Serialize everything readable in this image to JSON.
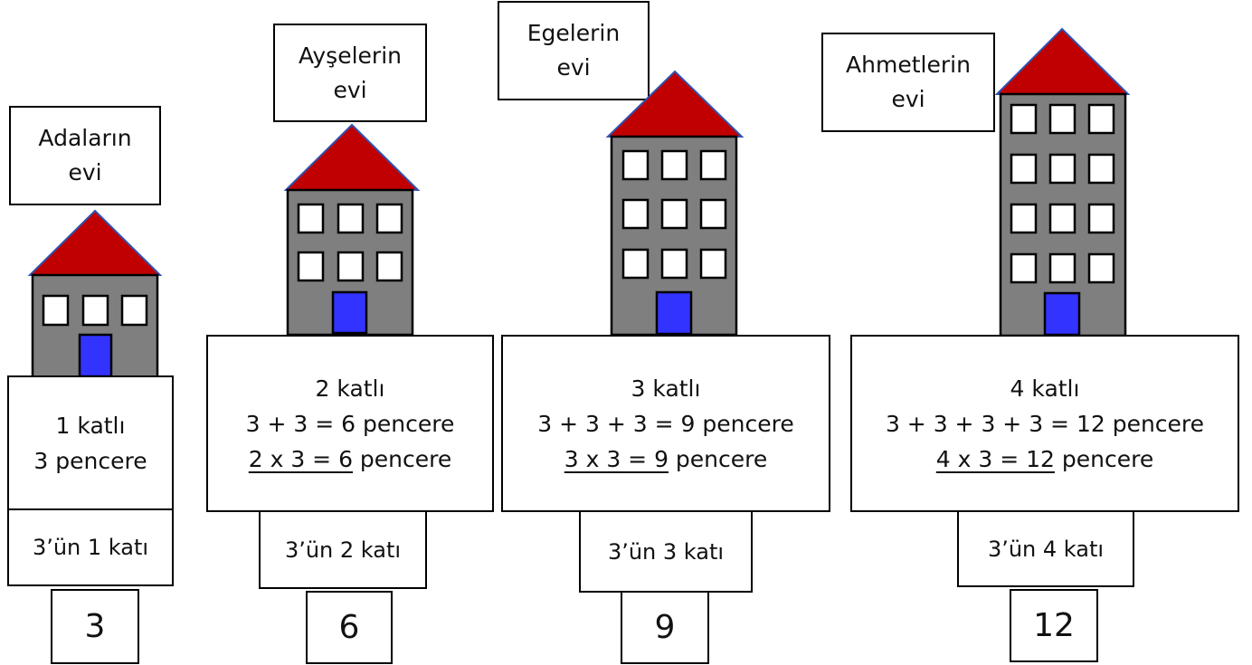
{
  "colors": {
    "roof": "#c00000",
    "wall": "#7f7f7f",
    "window": "#ffffff",
    "door": "#3333ff",
    "roof_edge": "#2f52b0"
  },
  "houses": [
    {
      "name_line1": "Adaların",
      "name_line2": "evi",
      "floors": 1,
      "windows_per_floor": 3,
      "line1": "1  katlı",
      "line2": "3  pencere",
      "line3_underlined": "",
      "line3_rest": "",
      "multiple_label": "3’ün 1 katı",
      "result": "3"
    },
    {
      "name_line1": "Ayşelerin",
      "name_line2": "evi",
      "floors": 2,
      "windows_per_floor": 3,
      "line1": "2  katlı",
      "line2": "3 + 3  = 6 pencere",
      "line3_underlined": "2  x 3  = 6",
      "line3_rest": " pencere",
      "multiple_label": "3’ün 2  katı",
      "result": "6"
    },
    {
      "name_line1": "Egelerin",
      "name_line2": "evi",
      "floors": 3,
      "windows_per_floor": 3,
      "line1": "3  katlı",
      "line2": "3 + 3 + 3  = 9 pencere",
      "line3_underlined": "3  x 3  = 9",
      "line3_rest": " pencere",
      "multiple_label": "3’ün 3  katı",
      "result": "9"
    },
    {
      "name_line1": "Ahmetlerin",
      "name_line2": "evi",
      "floors": 4,
      "windows_per_floor": 3,
      "line1": "4  katlı",
      "line2": "3 + 3 + 3 + 3  = 12 pencere",
      "line3_underlined": "4  x 3  = 12",
      "line3_rest": " pencere",
      "multiple_label": "3’ün 4  katı",
      "result": "12"
    }
  ]
}
